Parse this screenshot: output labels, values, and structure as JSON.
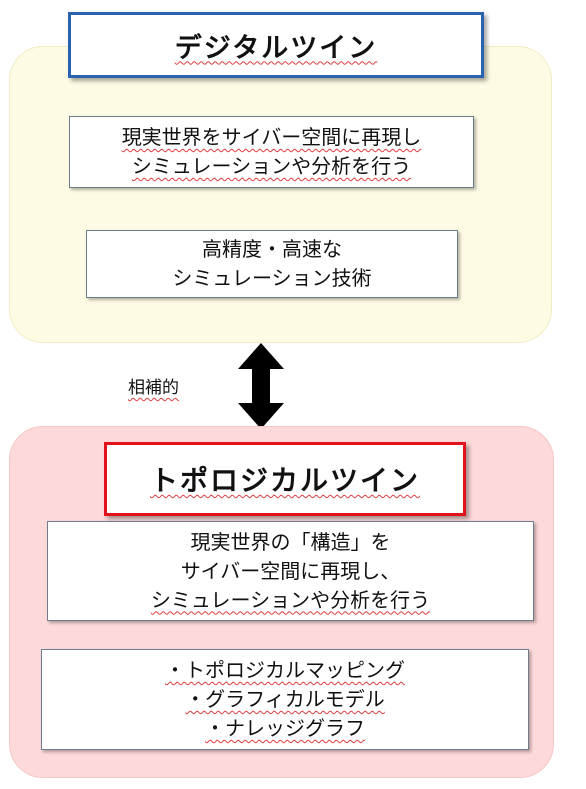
{
  "digital": {
    "title": "デジタルツイン",
    "desc_lines": [
      "現実世界をサイバー空間に再現し",
      "シミュレーションや分析を行う"
    ],
    "tech_lines": [
      "高精度・高速な",
      "シミュレーション技術"
    ]
  },
  "relation_label": "相補的",
  "topological": {
    "title": "トポロジカルツイン",
    "desc_lines": [
      "現実世界の「構造」を",
      "サイバー空間に再現し、",
      "シミュレーションや分析を行う"
    ],
    "tech_lines": [
      "・トポロジカルマッピング",
      "・グラフィカルモデル",
      "・ナレッジグラフ"
    ]
  }
}
